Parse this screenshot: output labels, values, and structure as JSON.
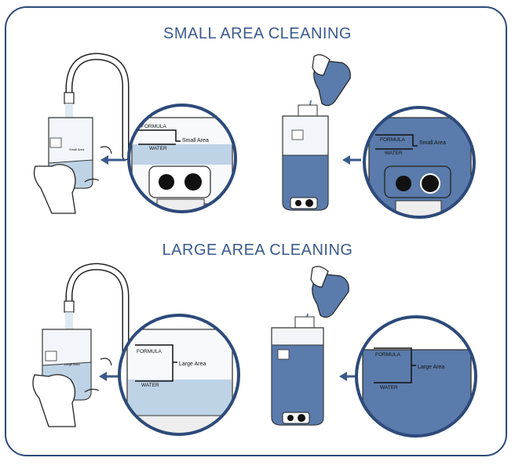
{
  "sections": [
    {
      "title": "SMALL AREA CLEANING",
      "bottle_label": "Small Area",
      "zoom": {
        "formula_label": "FORMULA",
        "water_label": "WATER",
        "area_label": "Small Area"
      }
    },
    {
      "title": "LARGE AREA CLEANING",
      "bottle_label": "Large Area",
      "zoom": {
        "formula_label": "FORMULA",
        "water_label": "WATER",
        "area_label": "Large Area"
      }
    }
  ],
  "colors": {
    "frame": "#2d4a7a",
    "heading": "#3a5a8c",
    "water_light": "#bfd3e6",
    "formula_dark": "#5a7bab",
    "arrow": "#3a5a8c"
  }
}
